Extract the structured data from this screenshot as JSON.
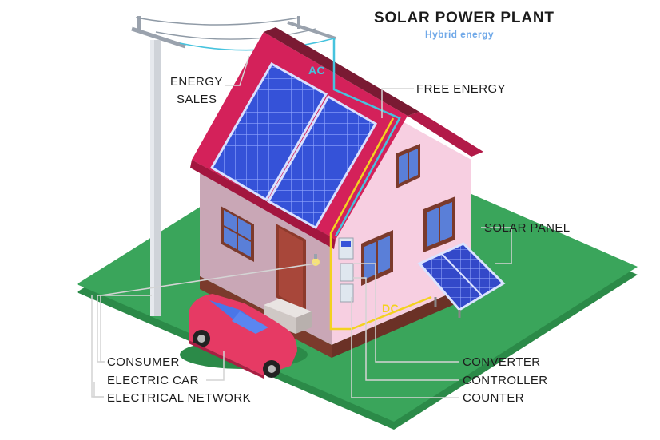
{
  "title": "SOLAR POWER PLANT",
  "subtitle": "Hybrid energy",
  "flow_tags": {
    "ac": "AC",
    "dc": "DC"
  },
  "labels": {
    "energy_sales_1": "ENERGY",
    "energy_sales_2": "SALES",
    "free_energy": "FREE ENERGY",
    "solar_panel": "SOLAR PANEL",
    "consumer": "CONSUMER",
    "electric_car": "ELECTRIC CAR",
    "electrical_network": "ELECTRICAL NETWORK",
    "converter": "CONVERTER",
    "controller": "CONTROLLER",
    "counter": "COUNTER"
  },
  "colors": {
    "ground": "#3aa55b",
    "roof": "#d4215a",
    "wall_left": "#c9a7b6",
    "wall_right": "#f7cfe1",
    "solar_panel": "#2f4fd6",
    "car": "#e63a64",
    "ac_line": "#46c3de",
    "dc_line": "#f3d21f"
  },
  "icons": [
    "utility-pole-icon",
    "house-icon",
    "solar-panel-icon",
    "electric-car-icon",
    "lamp-icon",
    "meter-icon"
  ]
}
